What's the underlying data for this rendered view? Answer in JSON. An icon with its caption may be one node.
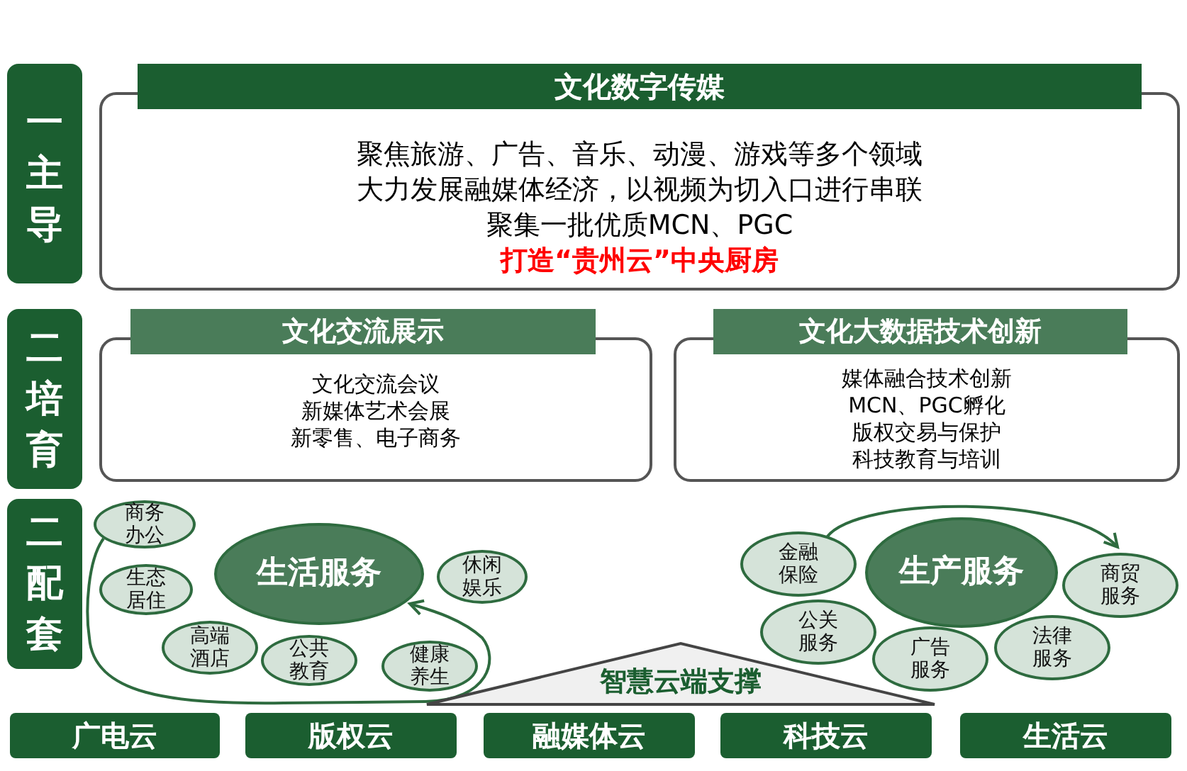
{
  "diagram": {
    "nodes": [
      {
        "text": [
          "一主导"
        ]
      },
      {
        "text": [
          "文化数字传媒",
          "聚焦旅游、广告、音乐、动漫、游戏等多个领域",
          "大力发展融媒体经济，以视频为切入口进行串联",
          "聚集一批优质MCN、PGC",
          "打造“贵州云”中央厨房"
        ]
      },
      {
        "text": [
          "二培育"
        ]
      },
      {
        "text": [
          "文化交流展示",
          "文化交流会议",
          "新媒体艺术会展",
          "新零售、电子商务"
        ]
      },
      {
        "text": [
          "文化大数据技术创新",
          "媒体融合技术创新",
          "MCN、PGC孵化",
          "版权交易与保护",
          "科技教育与培训"
        ]
      },
      {
        "text": [
          "二配套"
        ]
      },
      {
        "text": [
          "商务办公"
        ]
      },
      {
        "text": [
          "生态居住"
        ]
      },
      {
        "text": [
          "生活服务"
        ]
      },
      {
        "text": [
          "休闲娱乐"
        ]
      },
      {
        "text": [
          "高端酒店"
        ]
      },
      {
        "text": [
          "公共教育"
        ]
      },
      {
        "text": [
          "健康养生"
        ]
      },
      {
        "text": [
          "金融保险"
        ]
      },
      {
        "text": [
          "生产服务"
        ]
      },
      {
        "text": [
          "商贸服务"
        ]
      },
      {
        "text": [
          "公关服务"
        ]
      },
      {
        "text": [
          "广告服务"
        ]
      },
      {
        "text": [
          "法律服务"
        ]
      },
      {
        "text": [
          "智慧云端支撑"
        ]
      },
      {
        "text": [
          "广电云"
        ]
      },
      {
        "text": [
          "版权云"
        ]
      },
      {
        "text": [
          "融媒体云"
        ]
      },
      {
        "text": [
          "科技云"
        ]
      },
      {
        "text": [
          "生活云"
        ]
      }
    ],
    "edges": [
      {
        "from": 6,
        "to": 8,
        "arrow": "to"
      },
      {
        "from": 13,
        "to": 15,
        "arrow": "to"
      }
    ]
  }
}
